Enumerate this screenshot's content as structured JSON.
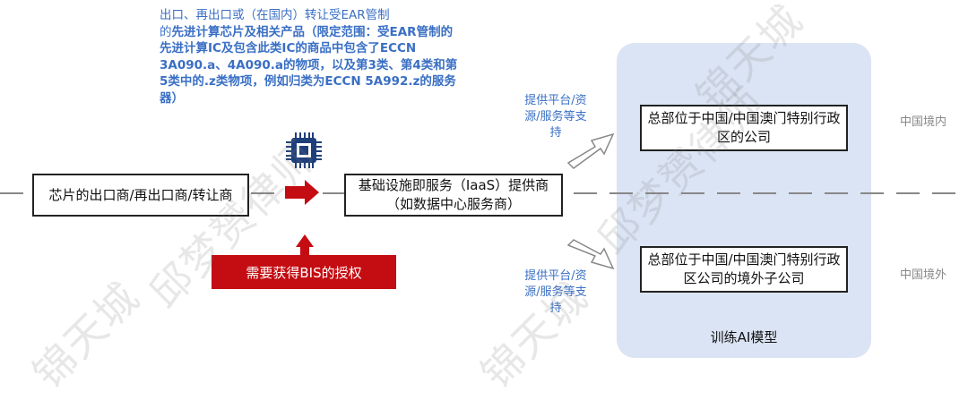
{
  "note": {
    "line1": "出口、再出口或（在国内）转让受EAR管制",
    "line2_pre": "的",
    "line2_bold": "先进计算芯片及相关产品（限定范围：受EAR管制的先进计算IC及包含此类IC的商品中包含了ECCN 3A090.a、4A090.a的物项，以及第3类、第4类和第5类中的.z类物项，例如归类为ECCN 5A992.z的服务器）"
  },
  "boxes": {
    "exporter": "芯片的出口商/再出口商/转让商",
    "iaas": "基础设施即服务（IaaS）提供商（如数据中心服务商）",
    "hq_china": "总部位于中国/中国澳门特别行政区的公司",
    "hq_sub": "总部位于中国/中国澳门特别行政区公司的境外子公司"
  },
  "support_top": "提供平台/资源/服务等支持",
  "support_bottom": "提供平台/资源/服务等支持",
  "region_in": "中国境内",
  "region_out": "中国境外",
  "auth_label": "需要获得BIS的授权",
  "train_label": "训练AI模型",
  "watermark": [
    "锦天城",
    "邱梦赟律师",
    "锦天城",
    "邱梦赟律师",
    "锦天城"
  ],
  "colors": {
    "accent_red": "#c40d12",
    "note_blue": "#3a6fc4",
    "panel": "#dbe4f4",
    "chip": "#1f3f7a"
  },
  "icons": {
    "chip": "cpu-chip-icon"
  }
}
